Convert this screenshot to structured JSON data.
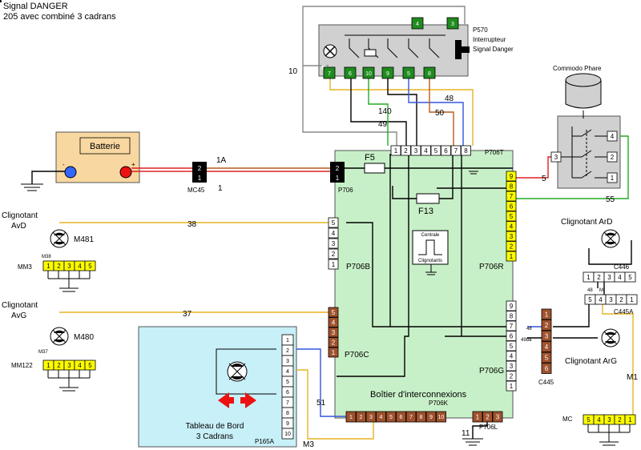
{
  "title": {
    "line1": "Signal DANGER",
    "line2": "205 avec combiné 3 cadrans"
  },
  "colors": {
    "bsi_fill": "#c8f0c8",
    "dash_fill": "#c8f0f8",
    "connector_yellow": "#ffff00",
    "connector_brown": "#a0522d",
    "connector_green": "#1f8c1f",
    "switch_box": "#d0d0d0",
    "battery_fill": "#f8d8a0",
    "wire_yellow": "#e6b422",
    "wire_red": "#dd2222",
    "wire_blue": "#3355dd",
    "wire_green": "#22aa22",
    "wire_grey": "#888888",
    "wire_brown": "#b85c1a",
    "wire_black": "#000000"
  },
  "labels": {
    "p570": "P570",
    "interrupteur": "Interrupteur",
    "signal_danger": "Signal Danger",
    "commodo_phare": "Commodo Phare",
    "batterie": "Batterie",
    "mc45": "MC45",
    "p706": "P706",
    "p706t": "P706T",
    "p706b": "P706B",
    "p706r": "P706R",
    "p706c": "P706C",
    "p706g": "P706G",
    "p706k": "P706K",
    "p706l": "P706L",
    "p165a": "P165A",
    "f5": "F5",
    "f13": "F13",
    "centrale": "Centrale",
    "clignotants": "Clignotants",
    "boitier": "Boîtier d'interconnexions",
    "tableau_line1": "Tableau de Bord",
    "tableau_line2": "3 Cadrans",
    "clignotant": "Clignotant",
    "avd": "AvD",
    "avg": "AvG",
    "ard": "Clignotant ArD",
    "arg": "Clignotant ArG",
    "m481": "M481",
    "m480": "M480",
    "m38": "M38",
    "m37": "M37",
    "mm3": "MM3",
    "mm122": "MM122",
    "c446": "C446",
    "c445a": "C445A",
    "c445": "C445",
    "m1": "M1",
    "mc": "MC",
    "m3": "M3",
    "m": "M",
    "w10": "10",
    "w1a": "1A",
    "w1": "1",
    "w140": "140",
    "w49": "49",
    "w48": "48",
    "w50": "50",
    "w5": "5",
    "w55": "55",
    "w38": "38",
    "w37": "37",
    "w51": "51",
    "w11": "11",
    "w48s": "48",
    "w49ba": "49ba",
    "w48b": "48",
    "plus": "+",
    "minus": "-"
  },
  "pins": {
    "p706t": [
      "1",
      "2",
      "3",
      "4",
      "5",
      "6",
      "7",
      "8"
    ],
    "p706_main": [
      "2",
      "1"
    ],
    "mc45": [
      "2",
      "1"
    ],
    "p706r": [
      "9",
      "8",
      "7",
      "6",
      "5",
      "4",
      "3",
      "2",
      "1"
    ],
    "p706b": [
      "5",
      "4",
      "3",
      "2",
      "1"
    ],
    "p706c": [
      "5",
      "4",
      "3",
      "2",
      "1"
    ],
    "p706g": [
      "9",
      "8",
      "7",
      "6",
      "5",
      "4",
      "3",
      "2",
      "1"
    ],
    "p706k": [
      "1",
      "2",
      "3",
      "4",
      "5",
      "6",
      "7",
      "8",
      "9",
      "10"
    ],
    "p706l": [
      "1",
      "2",
      "3"
    ],
    "p165a": [
      "1",
      "2",
      "3",
      "4",
      "5",
      "6",
      "7",
      "8",
      "9",
      "10"
    ],
    "c445": [
      "1",
      "2",
      "3",
      "4",
      "5",
      "6"
    ],
    "c446": [
      "1",
      "2",
      "3",
      "4",
      "5"
    ],
    "c445a": [
      "5",
      "4",
      "3",
      "2",
      "1"
    ],
    "mm3": [
      "1",
      "2",
      "3",
      "4",
      "5"
    ],
    "mm122": [
      "1",
      "2",
      "3",
      "4",
      "5"
    ],
    "mc": [
      "5",
      "4",
      "3",
      "2",
      "1"
    ],
    "commodo": [
      "4",
      "3",
      "2",
      "1"
    ],
    "p570": [
      "7",
      "6",
      "10",
      "9",
      "5",
      "8",
      "4",
      "3"
    ]
  }
}
